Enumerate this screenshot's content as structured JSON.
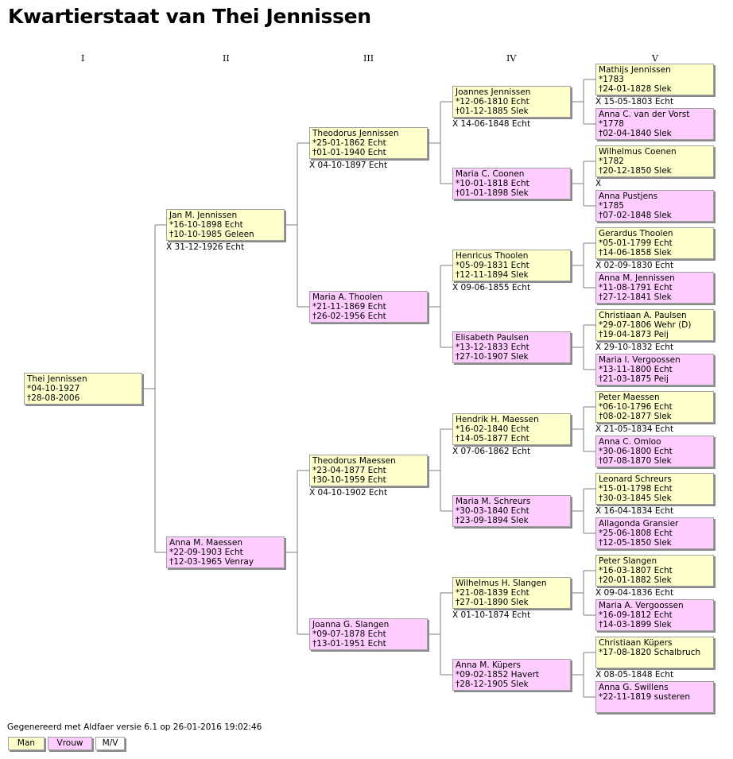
{
  "title": "Kwartierstaat van Thei Jennissen",
  "generations": [
    "I",
    "II",
    "III",
    "IV",
    "V"
  ],
  "persons": {
    "p1": {
      "name": "Thei Jennissen",
      "lines": [
        "*04-10-1927",
        "†28-08-2006"
      ]
    },
    "p2": {
      "name": "Jan M. Jennissen",
      "lines": [
        "*16-10-1898 Echt",
        "†10-10-1985 Geleen"
      ]
    },
    "p3": {
      "name": "Anna M. Maessen",
      "lines": [
        "*22-09-1903 Echt",
        "†12-03-1965 Venray"
      ]
    },
    "p4": {
      "name": "Theodorus Jennissen",
      "lines": [
        "*25-01-1862 Echt",
        "†01-01-1940 Echt"
      ]
    },
    "p5": {
      "name": "Maria A. Thoolen",
      "lines": [
        "*21-11-1869 Echt",
        "†26-02-1956 Echt"
      ]
    },
    "p6": {
      "name": "Theodorus Maessen",
      "lines": [
        "*23-04-1877 Echt",
        "†30-10-1959 Echt"
      ]
    },
    "p7": {
      "name": "Joanna G. Slangen",
      "lines": [
        "*09-07-1878 Echt",
        "†13-01-1951 Echt"
      ]
    },
    "p8": {
      "name": "Joannes Jennissen",
      "lines": [
        "*12-06-1810 Echt",
        "†01-12-1885 Slek"
      ]
    },
    "p9": {
      "name": "Maria C. Coonen",
      "lines": [
        "*10-01-1818 Echt",
        "†01-01-1898 Slek"
      ]
    },
    "p10": {
      "name": "Henricus Thoolen",
      "lines": [
        "*05-09-1831 Echt",
        "†12-11-1894 Slek"
      ]
    },
    "p11": {
      "name": "Elisabeth Paulsen",
      "lines": [
        "*13-12-1833 Echt",
        "†27-10-1907 Slek"
      ]
    },
    "p12": {
      "name": "Hendrik H. Maessen",
      "lines": [
        "*16-02-1840 Echt",
        "†14-05-1877 Echt"
      ]
    },
    "p13": {
      "name": "Maria M. Schreurs",
      "lines": [
        "*30-03-1840 Echt",
        "†23-09-1894 Slek"
      ]
    },
    "p14": {
      "name": "Wilhelmus H. Slangen",
      "lines": [
        "*21-08-1839 Echt",
        "†27-01-1890 Slek"
      ]
    },
    "p15": {
      "name": "Anna M. Küpers",
      "lines": [
        "*09-02-1852 Havert",
        "†28-12-1905 Slek"
      ]
    },
    "p16": {
      "name": "Mathijs Jennissen",
      "lines": [
        "*1783",
        "†24-01-1828 Slek"
      ]
    },
    "p17": {
      "name": "Anna C. van der Vorst",
      "lines": [
        "*1778",
        "†02-04-1840 Slek"
      ]
    },
    "p18": {
      "name": "Wilhelmus Coenen",
      "lines": [
        "*1782",
        "†20-12-1850 Slek"
      ]
    },
    "p19": {
      "name": "Anna Pustjens",
      "lines": [
        "*1785",
        "†07-02-1848 Slek"
      ]
    },
    "p20": {
      "name": "Gerardus Thoolen",
      "lines": [
        "*05-01-1799 Echt",
        "†14-06-1858 Slek"
      ]
    },
    "p21": {
      "name": "Anna M. Jennissen",
      "lines": [
        "*11-08-1791 Echt",
        "†27-12-1841 Slek"
      ]
    },
    "p22": {
      "name": "Christiaan A. Paulsen",
      "lines": [
        "*29-07-1806 Wehr (D)",
        "†19-04-1873 Peij"
      ]
    },
    "p23": {
      "name": "Maria I. Vergoossen",
      "lines": [
        "*13-11-1800 Echt",
        "†21-03-1875 Peij"
      ]
    },
    "p24": {
      "name": "Peter Maessen",
      "lines": [
        "*06-10-1796 Echt",
        "†08-02-1877 Slek"
      ]
    },
    "p25": {
      "name": "Anna C. Omloo",
      "lines": [
        "*30-06-1800 Echt",
        "†07-08-1870 Slek"
      ]
    },
    "p26": {
      "name": "Leonard Schreurs",
      "lines": [
        "*15-01-1798 Echt",
        "†30-03-1845 Slek"
      ]
    },
    "p27": {
      "name": "Allagonda Gransier",
      "lines": [
        "*25-06-1808 Echt",
        "†12-05-1850 Slek"
      ]
    },
    "p28": {
      "name": "Peter Slangen",
      "lines": [
        "*16-03-1807 Echt",
        "†20-01-1882 Slek"
      ]
    },
    "p29": {
      "name": "Maria A. Vergoossen",
      "lines": [
        "*16-09-1812 Echt",
        "†14-03-1899 Slek"
      ]
    },
    "p30": {
      "name": "Christiaan Küpers",
      "lines": [
        "*17-08-1820 Schalbruch"
      ]
    },
    "p31": {
      "name": "Anna G. Swillens",
      "lines": [
        "*22-11-1819 susteren"
      ]
    }
  },
  "marriages": {
    "m2": "X 31-12-1926 Echt",
    "m4": "X 04-10-1897 Echt",
    "m6": "X 04-10-1902 Echt",
    "m8": "X 14-06-1848 Echt",
    "m10": "X 09-06-1855 Echt",
    "m12": "X 07-06-1862 Echt",
    "m14": "X 01-10-1874 Echt",
    "m16": "X 15-05-1803 Echt",
    "m18": "X",
    "m20": "X 02-09-1830 Echt",
    "m22": "X 29-10-1832 Echt",
    "m24": "X 21-05-1834 Echt",
    "m26": "X 16-04-1834 Echt",
    "m28": "X 09-04-1836 Echt",
    "m30": "X 08-05-1848 Echt"
  },
  "footer": {
    "generated": "Gegenereerd met Aldfaer versie 6.1 op 26-01-2016 19:02:46",
    "legend": {
      "man": "Man",
      "vrouw": "Vrouw",
      "mv": "M/V"
    }
  },
  "colors": {
    "man": "#ffffcc",
    "vrouw": "#ffccff",
    "mv": "#ffffff",
    "line": "#7f7f7f"
  }
}
